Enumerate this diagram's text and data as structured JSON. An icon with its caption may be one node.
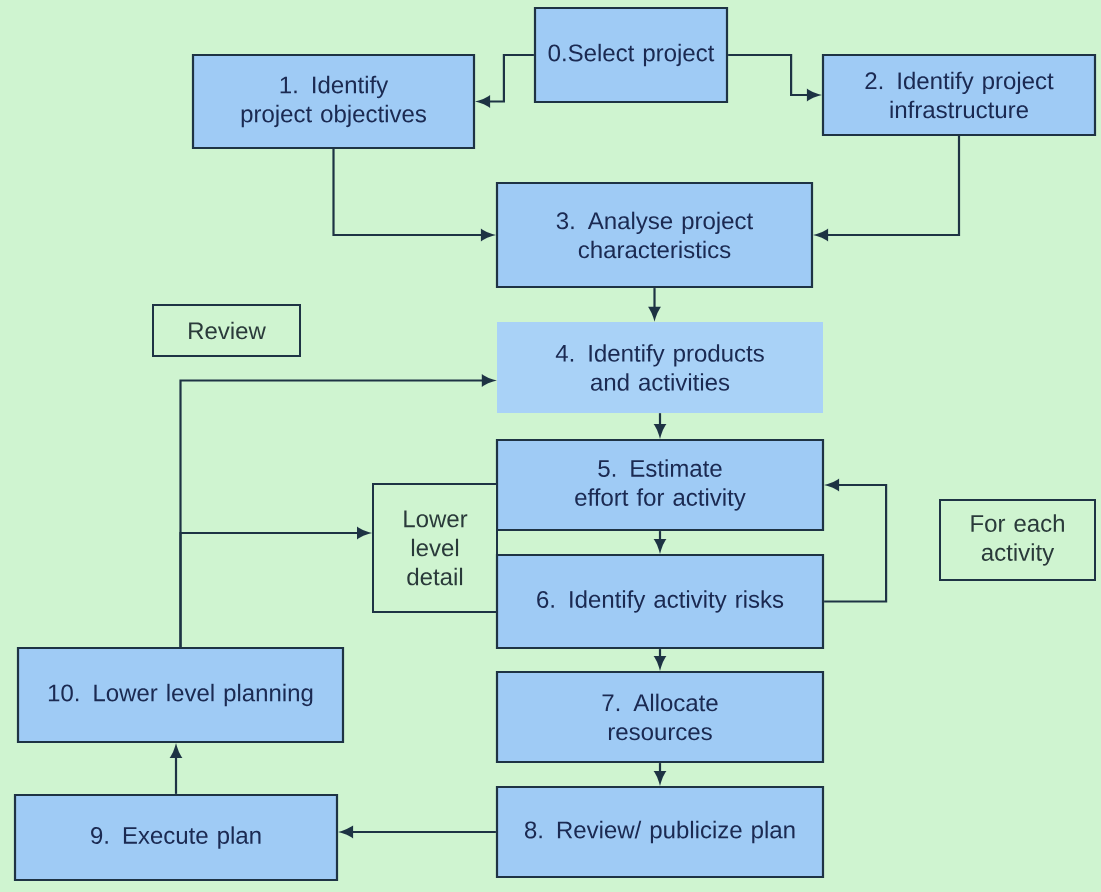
{
  "diagram": {
    "nodes": [
      {
        "text": [
          "0.Select project"
        ]
      },
      {
        "text": [
          "1. Identify project objectives"
        ]
      },
      {
        "text": [
          "2. Identify project infrastructure"
        ]
      },
      {
        "text": [
          "3. Analyse project characteristics"
        ]
      },
      {
        "text": [
          "Review"
        ]
      },
      {
        "text": [
          "4. Identify products and activities"
        ]
      },
      {
        "text": [
          "5. Estimate effort for activity"
        ]
      },
      {
        "text": [
          "Lower level detail"
        ]
      },
      {
        "text": [
          "6. Identify activity risks"
        ]
      },
      {
        "text": [
          "For each activity"
        ]
      },
      {
        "text": [
          "10. Lower level planning"
        ]
      },
      {
        "text": [
          "7. Allocate resources"
        ]
      },
      {
        "text": [
          "9. Execute plan"
        ]
      },
      {
        "text": [
          "8. Review/ publicize plan"
        ]
      }
    ],
    "edges": [
      {
        "from": 0,
        "to": 1,
        "arrow": "to"
      },
      {
        "from": 0,
        "to": 2,
        "arrow": "to"
      },
      {
        "from": 1,
        "to": 3,
        "arrow": "to"
      },
      {
        "from": 2,
        "to": 3,
        "arrow": "to"
      },
      {
        "from": 3,
        "to": 5,
        "arrow": "to"
      },
      {
        "from": 5,
        "to": 6,
        "arrow": "to"
      },
      {
        "from": 6,
        "to": 8,
        "arrow": "to"
      },
      {
        "from": 8,
        "to": 6,
        "arrow": "to"
      },
      {
        "from": 8,
        "to": 11,
        "arrow": "to"
      },
      {
        "from": 11,
        "to": 13,
        "arrow": "to"
      },
      {
        "from": 13,
        "to": 12,
        "arrow": "to"
      },
      {
        "from": 12,
        "to": 10,
        "arrow": "to"
      },
      {
        "from": 10,
        "to": 5,
        "arrow": "to"
      },
      {
        "from": 10,
        "to": 7,
        "arrow": "to"
      }
    ]
  }
}
